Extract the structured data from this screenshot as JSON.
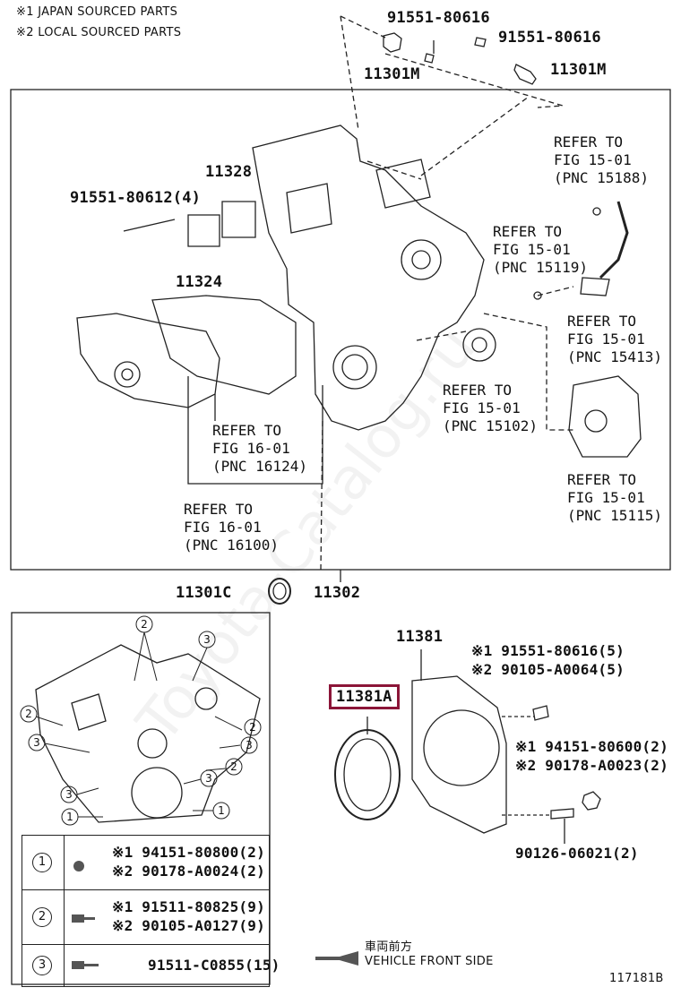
{
  "notes": [
    "※1 JAPAN SOURCED PARTS",
    "※2 LOCAL SOURCED PARTS"
  ],
  "parts": {
    "top_bolt_1": "91551-80616",
    "top_bolt_2": "91551-80616",
    "top_part_1": "11301M",
    "top_part_2": "11301M",
    "gasket_set": "11328",
    "bolt_4": "91551-80612(4)",
    "gasket_11324": "11324",
    "seal_11301c": "11301C",
    "cover_11302": "11302",
    "rear_cover": "11381",
    "oil_seal": "11381A",
    "r_bolt_a1": "※1 91551-80616(5)",
    "r_bolt_a2": "※2 90105-A0064(5)",
    "r_nut_1": "※1 94151-80600(2)",
    "r_nut_2": "※2 90178-A0023(2)",
    "stud": "90126-06021(2)"
  },
  "refs": {
    "r15188": "REFER TO\nFIG 15-01\n(PNC 15188)",
    "r15119": "REFER TO\nFIG 15-01\n(PNC 15119)",
    "r15413": "REFER TO\nFIG 15-01\n(PNC 15413)",
    "r15102": "REFER TO\nFIG 15-01\n(PNC 15102)",
    "r15115": "REFER TO\nFIG 15-01\n(PNC 15115)",
    "r16124": "REFER TO\nFIG 16-01\n(PNC 16124)",
    "r16100": "REFER TO\nFIG 16-01\n(PNC 16100)"
  },
  "legend": [
    {
      "num": "1",
      "lines": [
        "※1 94151-80800(2)",
        "※2 90178-A0024(2)"
      ]
    },
    {
      "num": "2",
      "lines": [
        "※1 91511-80825(9)",
        "※2 90105-A0127(9)"
      ]
    },
    {
      "num": "3",
      "lines": [
        "91511-C0855(15)"
      ]
    }
  ],
  "front_side_jp": "車両前方",
  "front_side_en": "VEHICLE FRONT SIDE",
  "diagram_id": "117181B",
  "watermark": "Toyota-Catalog.ru"
}
